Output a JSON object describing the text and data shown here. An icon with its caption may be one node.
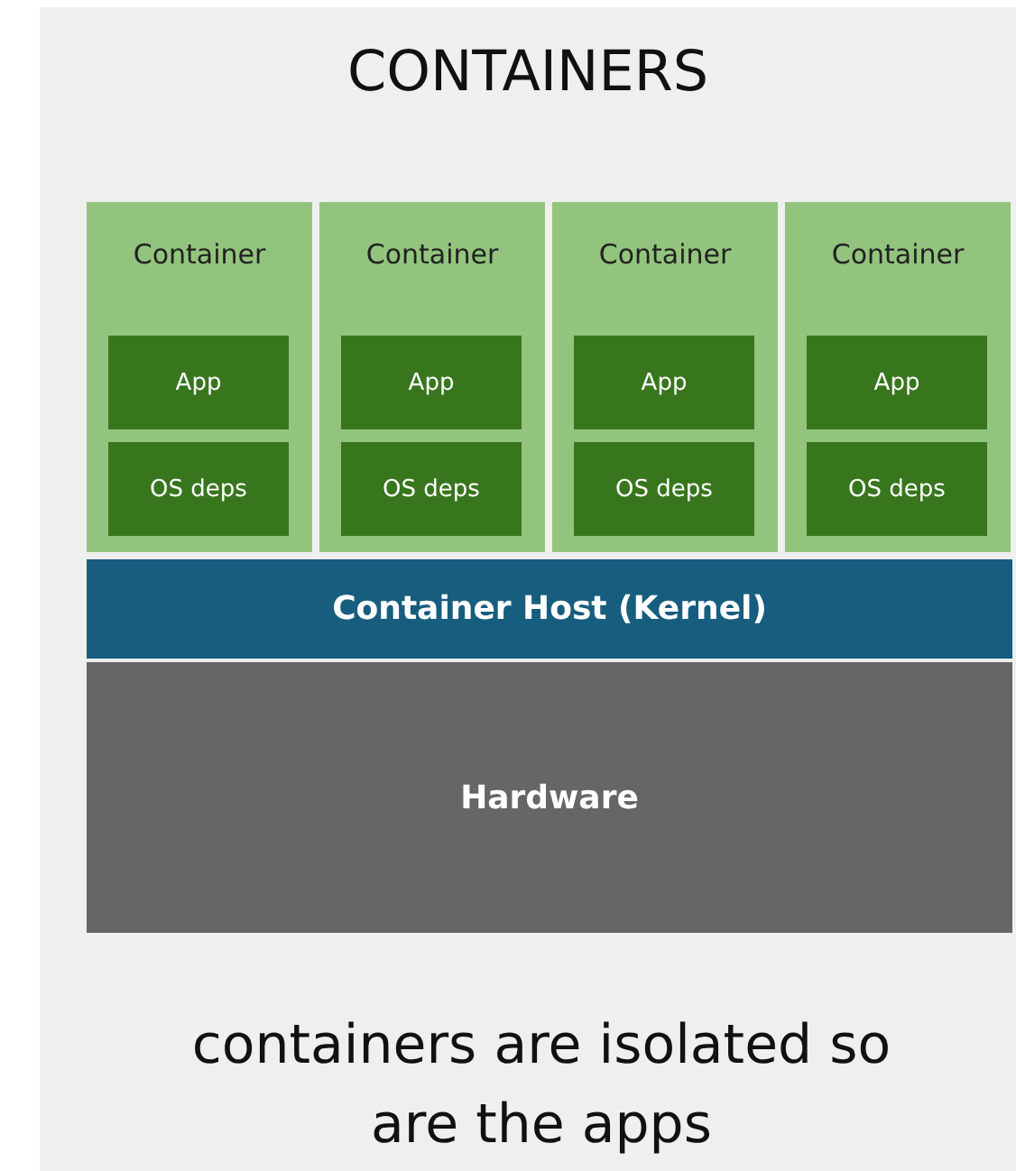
{
  "diagram": {
    "title": "CONTAINERS",
    "nodes": [
      {
        "text": [
          "Container"
        ]
      },
      {
        "text": [
          "App"
        ],
        "in": 0
      },
      {
        "text": [
          "OS deps"
        ],
        "in": 0
      },
      {
        "text": [
          "Container"
        ]
      },
      {
        "text": [
          "App"
        ],
        "in": 3
      },
      {
        "text": [
          "OS deps"
        ],
        "in": 3
      },
      {
        "text": [
          "Container"
        ]
      },
      {
        "text": [
          "App"
        ],
        "in": 6
      },
      {
        "text": [
          "OS deps"
        ],
        "in": 6
      },
      {
        "text": [
          "Container"
        ]
      },
      {
        "text": [
          "App"
        ],
        "in": 9
      },
      {
        "text": [
          "OS deps"
        ],
        "in": 9
      },
      {
        "text": [
          "Container Host (Kernel)"
        ]
      },
      {
        "text": [
          "Hardware"
        ]
      }
    ],
    "caption": "containers are isolated so are the apps"
  }
}
